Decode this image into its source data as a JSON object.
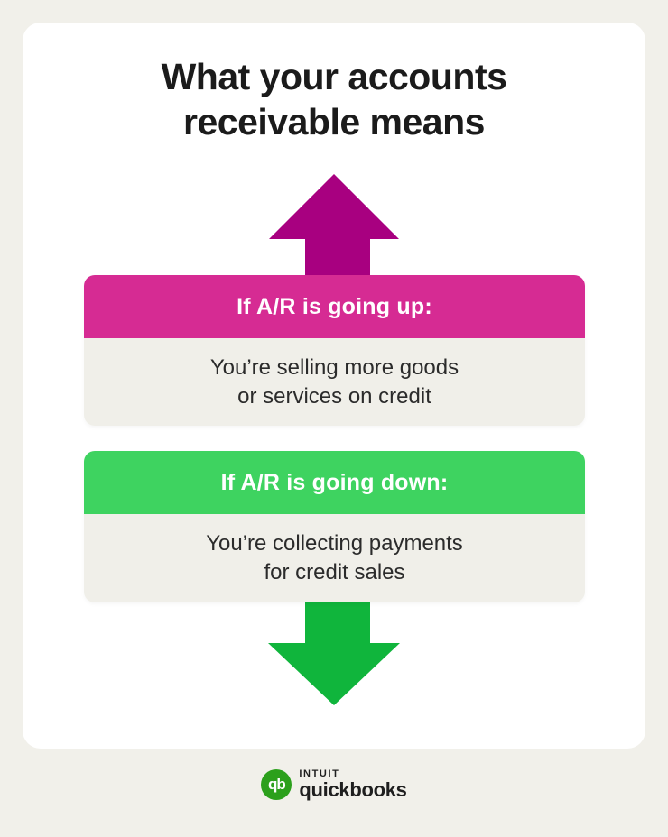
{
  "infographic": {
    "title_line1": "What your accounts",
    "title_line2": "receivable means"
  },
  "cards": [
    {
      "header": "If A/R is going up:",
      "body_line1": "You’re selling more goods",
      "body_line2": "or services on credit",
      "arrow_direction": "up",
      "header_color": "#D62B93",
      "arrow_color": "#A80080"
    },
    {
      "header": "If A/R is going down:",
      "body_line1": "You’re collecting payments",
      "body_line2": "for credit sales",
      "arrow_direction": "down",
      "header_color": "#3ED360",
      "arrow_color": "#10B53C"
    }
  ],
  "footer": {
    "logo_monogram": "qb",
    "brand_line1": "intuit",
    "brand_line2": "quickbooks"
  },
  "colors": {
    "page_background": "#F1F0EA",
    "surface": "#FFFFFF",
    "card_body_background": "#F0EFE9",
    "title_text": "#1B1B1B",
    "body_text": "#2B2B2B",
    "header_text": "#FFFFFF",
    "ar_up_header": "#D62B93",
    "ar_up_arrow": "#A80080",
    "ar_down_header": "#3ED360",
    "ar_down_arrow": "#10B53C",
    "quickbooks_green": "#2CA01C"
  }
}
